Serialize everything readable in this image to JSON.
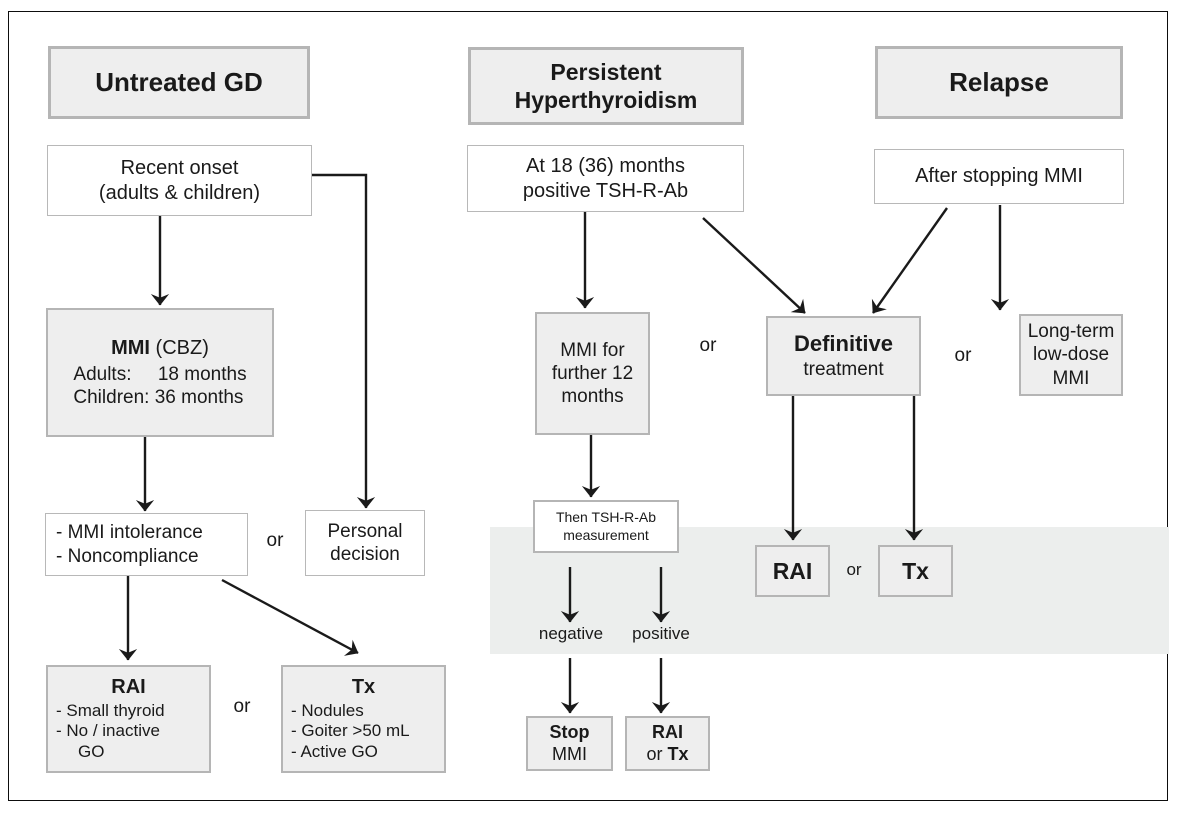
{
  "figure": {
    "title": "Graves' disease treatment algorithm flowchart",
    "colors": {
      "frame": "#0d0d0d",
      "box_border": "#b5b5b5",
      "box_fill_shaded": "#eeeeee",
      "box_fill_plain": "#ffffff",
      "band_fill": "#eceeed",
      "arrow": "#1a1a1a",
      "text": "#1a1a1a"
    }
  },
  "columns": {
    "untreated": {
      "header": "Untreated GD",
      "onset": {
        "line1": "Recent onset",
        "line2": "(adults & children)"
      },
      "mmi": {
        "title_bold": "MMI",
        "title_rest": " (CBZ)",
        "row1": "Adults:     18 months",
        "row2": "Children: 36 months"
      },
      "intolerance": {
        "line1": "- MMI intolerance",
        "line2": "- Noncompliance"
      },
      "or_1": "or",
      "personal": {
        "line1": "Personal",
        "line2": "decision"
      },
      "rai": {
        "title": "RAI",
        "b1": "-   Small thyroid",
        "b2": "-   No / inactive",
        "b3": "GO"
      },
      "or_2": "or",
      "tx": {
        "title": "Tx",
        "b1": "-   Nodules",
        "b2": "-   Goiter >50 mL",
        "b3": "-   Active GO"
      }
    },
    "persistent": {
      "header_line1": "Persistent",
      "header_line2": "Hyperthyroidism",
      "at_months": {
        "line1": "At 18 (36) months",
        "line2": "positive TSH-R-Ab"
      },
      "mmi_further": {
        "line1": "MMI for",
        "line2": "further 12",
        "line3": "months"
      },
      "or_1": "or",
      "then_measure": {
        "line1": "Then TSH-R-Ab",
        "line2": "measurement"
      },
      "label_negative": "negative",
      "label_positive": "positive",
      "stop": {
        "line1": "Stop",
        "line2": "MMI"
      },
      "rai_or_tx": {
        "line1": "RAI",
        "line2": "or Tx"
      }
    },
    "relapse": {
      "header": "Relapse",
      "after_stopping": "After stopping MMI",
      "definitive": {
        "line1": "Definitive",
        "line2": "treatment"
      },
      "or_1": "or",
      "longterm": {
        "line1": "Long-term",
        "line2": "low-dose",
        "line3": "MMI"
      },
      "rai": "RAI",
      "or_2": "or",
      "tx": "Tx"
    }
  }
}
